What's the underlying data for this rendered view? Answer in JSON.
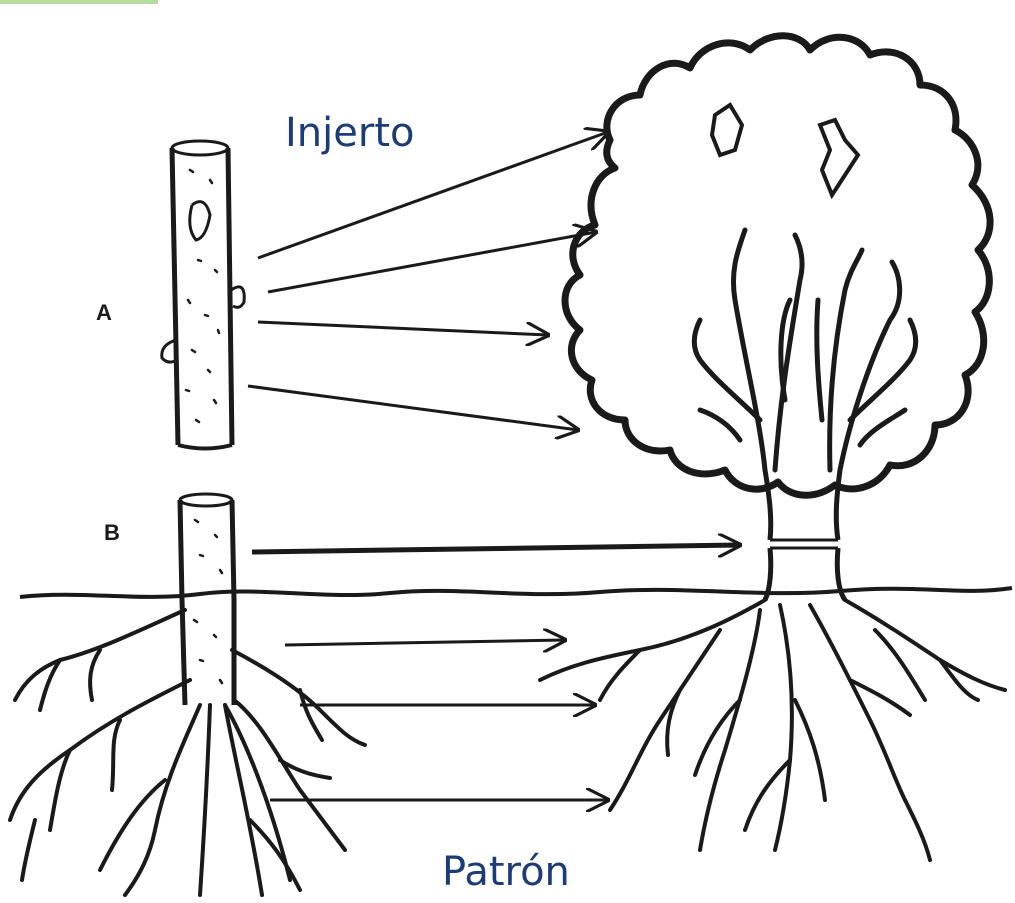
{
  "labels": {
    "injerto": "Injerto",
    "patron": "Patrón",
    "a": "A",
    "b": "B"
  },
  "colors": {
    "label_blue": "#1c3c78",
    "ink": "#1a1a1a",
    "accent_green": "#b8dca0"
  }
}
